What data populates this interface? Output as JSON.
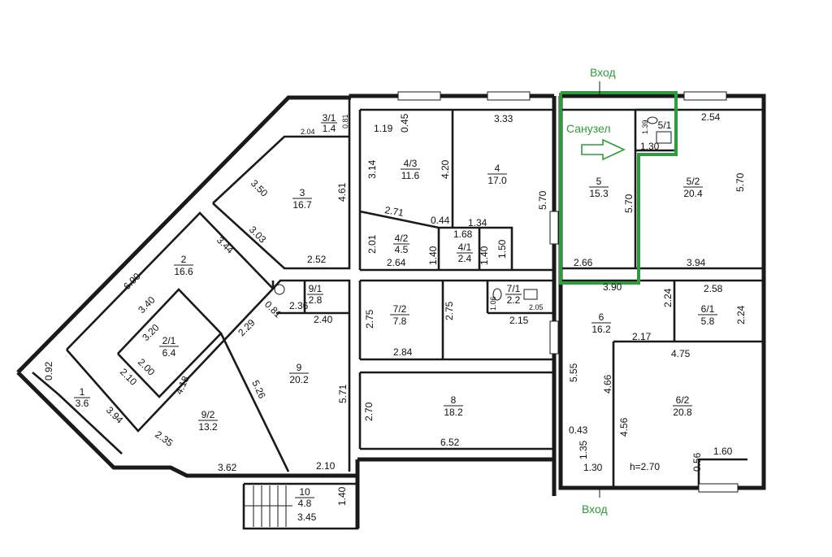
{
  "labels": {
    "entrance_top": "Вход",
    "entrance_bottom": "Вход",
    "bathroom": "Санузел",
    "ceiling_height": "h=2.70"
  },
  "colors": {
    "highlight": "#2e9b3c",
    "walls": "#1a1a1a",
    "text": "#111111",
    "background": "#ffffff"
  },
  "rooms": [
    {
      "number": "3/1",
      "area": "1.4"
    },
    {
      "number": "3",
      "area": "16.7"
    },
    {
      "number": "4/3",
      "area": "11.6"
    },
    {
      "number": "4",
      "area": "17.0"
    },
    {
      "number": "4/2",
      "area": "4.5"
    },
    {
      "number": "4/1",
      "area": "2.4"
    },
    {
      "number": "5",
      "area": "15.3"
    },
    {
      "number": "5/1",
      "area": ""
    },
    {
      "number": "5/2",
      "area": "20.4"
    },
    {
      "number": "2",
      "area": "16.6"
    },
    {
      "number": "2/1",
      "area": "6.4"
    },
    {
      "number": "1",
      "area": "3.6"
    },
    {
      "number": "9/1",
      "area": "2.8"
    },
    {
      "number": "9",
      "area": "20.2"
    },
    {
      "number": "9/2",
      "area": "13.2"
    },
    {
      "number": "7/2",
      "area": "7.8"
    },
    {
      "number": "7/1",
      "area": "2.2"
    },
    {
      "number": "8",
      "area": "18.2"
    },
    {
      "number": "6",
      "area": "16.2"
    },
    {
      "number": "6/1",
      "area": "5.8"
    },
    {
      "number": "6/2",
      "area": "20.8"
    },
    {
      "number": "10",
      "area": "4.8"
    }
  ],
  "dimensions": [
    "2.04",
    "0.81",
    "3.50",
    "4.61",
    "3.03",
    "2.52",
    "1.19",
    "0.45",
    "3.14",
    "4.20",
    "3.33",
    "5.70",
    "2.71",
    "0.44",
    "1.34",
    "1.68",
    "2.01",
    "2.64",
    "1.40",
    "1.40",
    "1.50",
    "2.66",
    "5.70",
    "3.90",
    "1.39",
    "1.30",
    "2.54",
    "5.70",
    "3.94",
    "3.44",
    "6.90",
    "3.40",
    "3.20",
    "2.00",
    "2.10",
    "0.92",
    "3.94",
    "2.36",
    "0.81",
    "2.40",
    "2.29",
    "5.26",
    "5.71",
    "4.18",
    "2.35",
    "3.62",
    "2.10",
    "2.75",
    "2.75",
    "2.84",
    "1.06",
    "2.05",
    "2.15",
    "2.70",
    "6.52",
    "2.24",
    "2.58",
    "2.24",
    "2.17",
    "5.55",
    "4.75",
    "4.66",
    "4.56",
    "0.43",
    "1.35",
    "1.30",
    "0.56",
    "1.60",
    "1.40",
    "3.45"
  ]
}
